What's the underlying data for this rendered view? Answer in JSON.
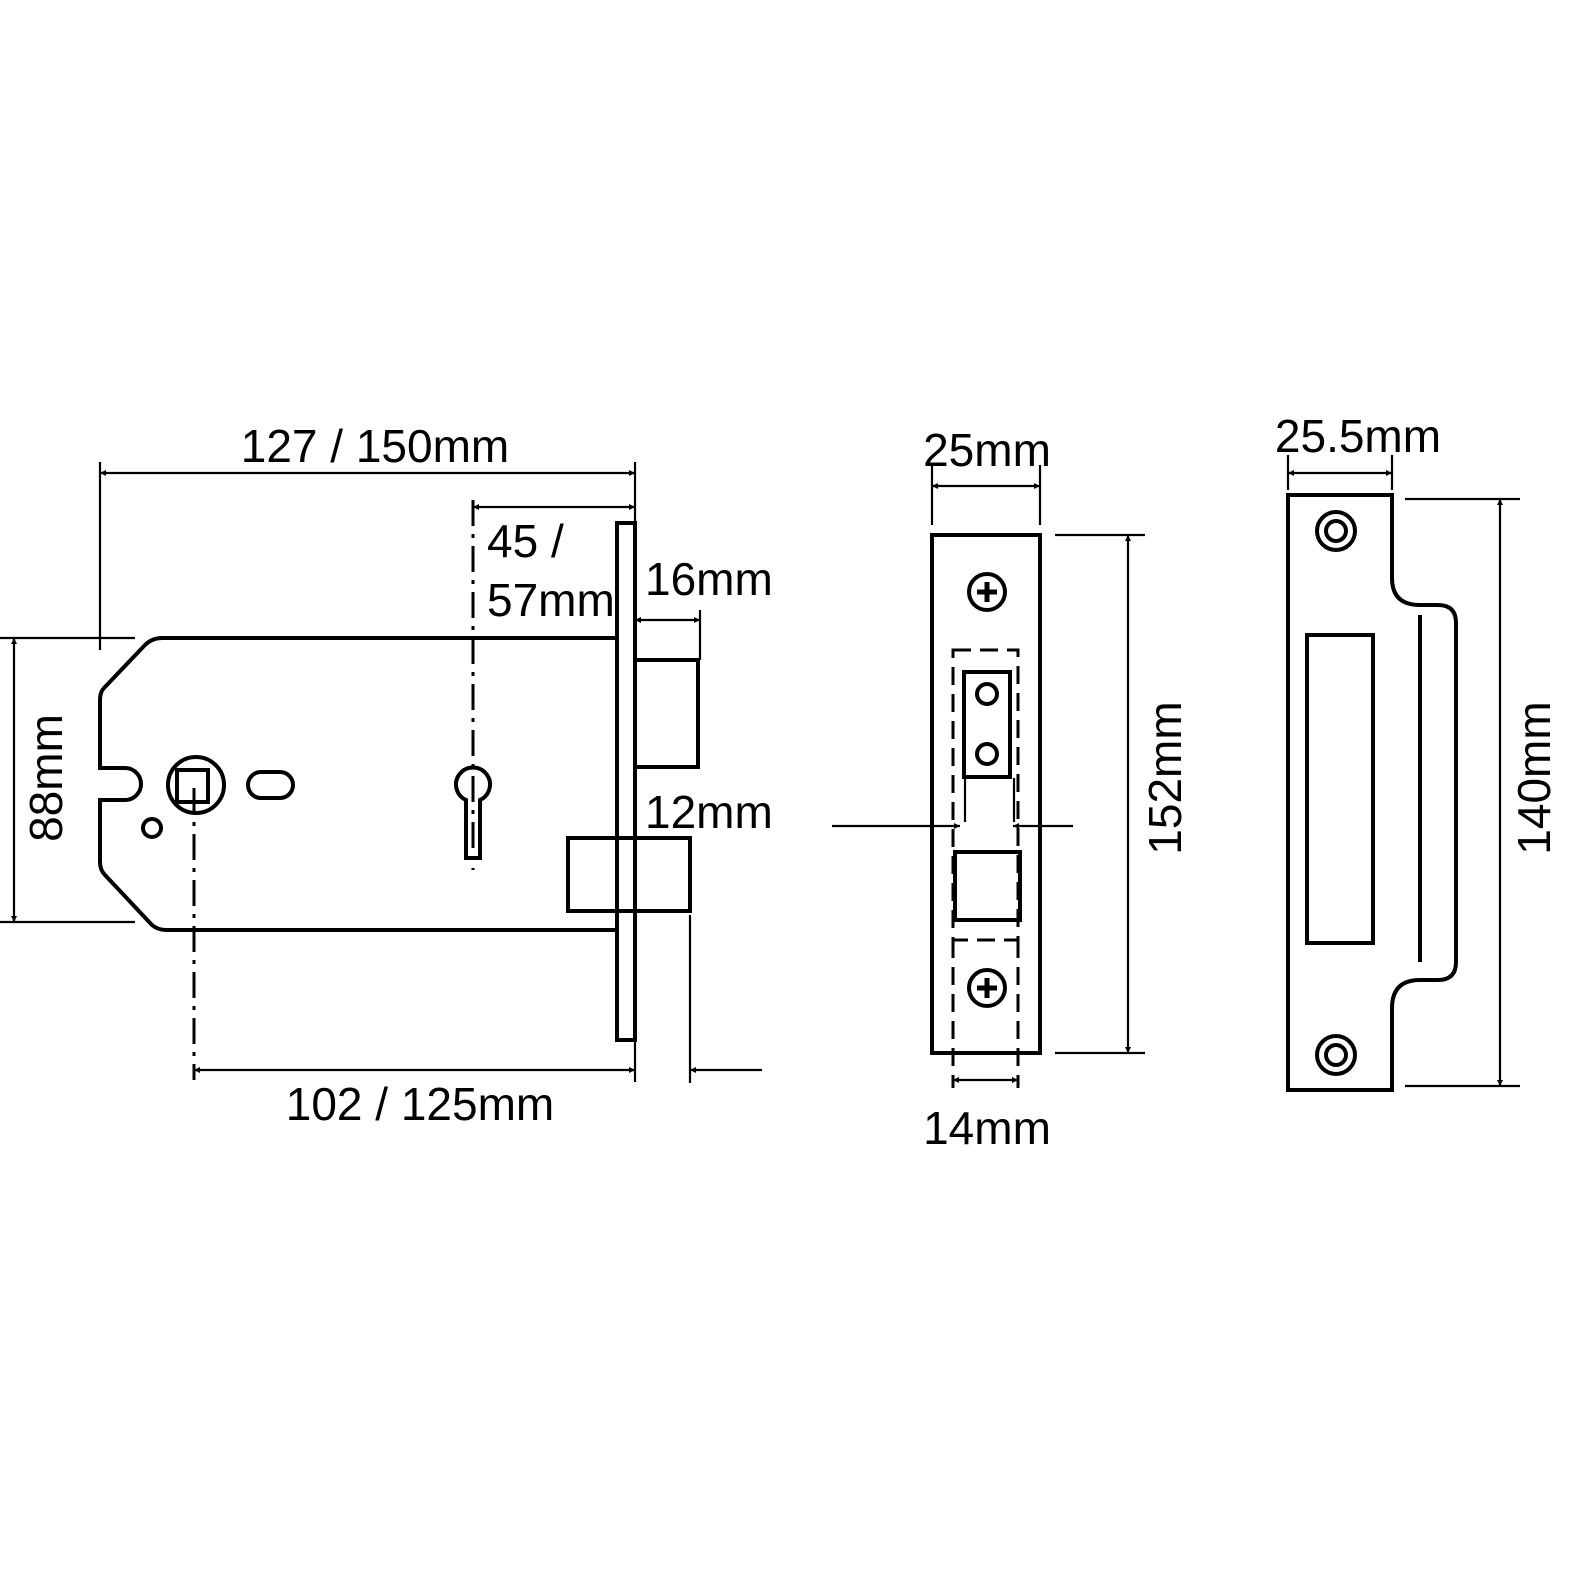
{
  "colors": {
    "line": "#000000",
    "background": "#ffffff"
  },
  "sashlock": {
    "case_length": "127 / 150mm",
    "backset_line1": "45 /",
    "backset_line2": "57mm",
    "deadbolt_throw": "16mm",
    "case_height": "88mm",
    "latch_throw": "12mm",
    "centres": "102 / 125mm"
  },
  "forend": {
    "width": "25mm",
    "height": "152mm",
    "case_thickness": "14mm"
  },
  "strike_plate": {
    "width": "25.5mm",
    "height": "140mm"
  }
}
